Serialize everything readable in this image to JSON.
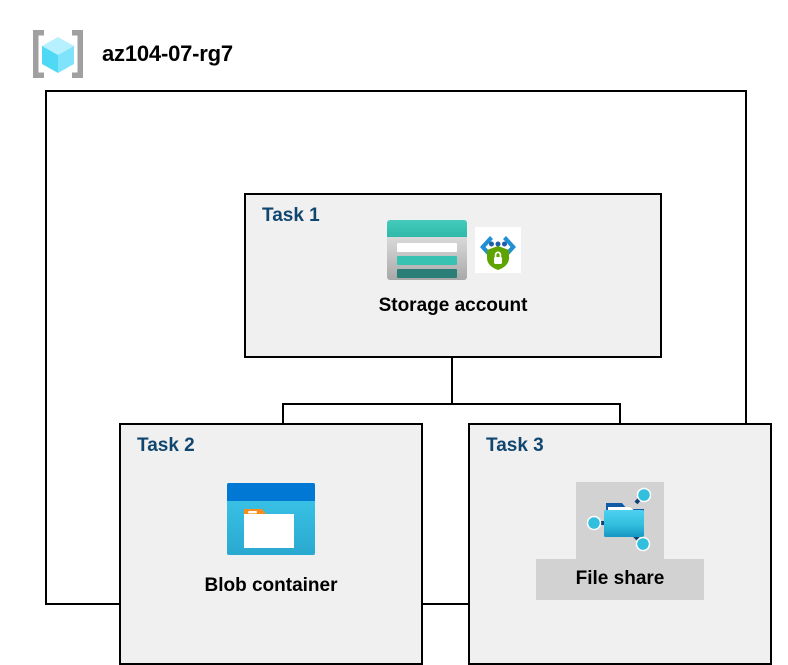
{
  "header": {
    "icon": "resource-group-icon",
    "title": "az104-07-rg7"
  },
  "colors": {
    "task_label": "#11466f",
    "box_fill": "#f0f0f0",
    "box_border": "#000000",
    "selection_highlight": "#d2d2d2",
    "storage_teal": "#37c2b1",
    "storage_teal_dark": "#2a7e77",
    "blob_blue_dark": "#0078d4",
    "blob_cyan": "#32bedd",
    "blob_orange": "#f78d1e",
    "fileshare_cyan": "#32bedd",
    "fileshare_blue": "#0f5ba8",
    "security_green": "#5ea400",
    "rg_cube_cyan": "#9cebff",
    "rg_bracket_gray": "#a0a0a0"
  },
  "container": {
    "name": "resource-group-container"
  },
  "tasks": [
    {
      "label": "Task 1",
      "node": {
        "caption": "Storage account",
        "icons": [
          "storage-account-icon",
          "security-shield-icon"
        ],
        "highlighted": false
      }
    },
    {
      "label": "Task 2",
      "node": {
        "caption": "Blob container",
        "icons": [
          "blob-container-icon"
        ],
        "highlighted": false
      }
    },
    {
      "label": "Task 3",
      "node": {
        "caption": "File share",
        "icons": [
          "file-share-icon"
        ],
        "highlighted": true
      }
    }
  ],
  "connectors": [
    {
      "name": "storage-to-bus-trunk"
    },
    {
      "name": "horizontal-bus"
    },
    {
      "name": "bus-to-blob-container"
    },
    {
      "name": "bus-to-file-share"
    }
  ]
}
